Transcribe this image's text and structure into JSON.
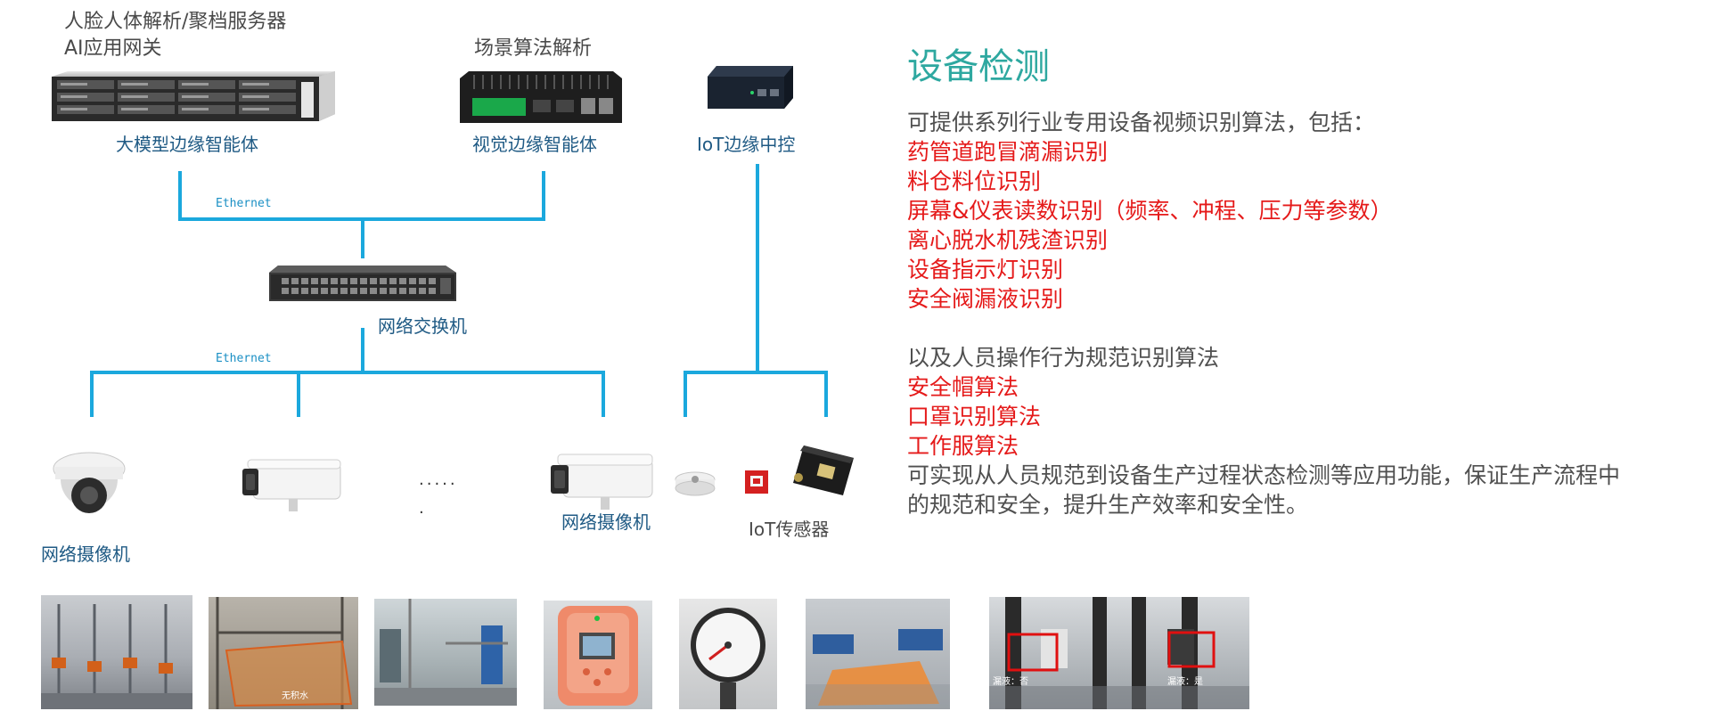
{
  "diagram": {
    "top_left_label_line1": "人脸人体解析/聚档服务器",
    "top_left_label_line2": "AI应用网关",
    "scene_label": "场景算法解析",
    "server_label": "大模型边缘智能体",
    "vision_box_label": "视觉边缘智能体",
    "iot_controller_label": "IoT边缘中控",
    "ethernet_top": "Ethernet",
    "switch_label": "网络交换机",
    "ethernet_bottom": "Ethernet",
    "camera_label_left": "网络摄像机",
    "camera_label_right": "网络摄像机",
    "dots_line1": ".....",
    "dots_line2": ".",
    "iot_sensor_label": "IoT传感器"
  },
  "panel": {
    "title": "设备检测",
    "intro": "可提供系列行业专用设备视频识别算法，包括：",
    "device_items": [
      "药管道跑冒滴漏识别",
      "料仓料位识别",
      "屏幕&仪表读数识别（频率、冲程、压力等参数）",
      "离心脱水机残渣识别",
      "设备指示灯识别",
      "安全阀漏液识别"
    ],
    "behavior_intro": "以及人员操作行为规范识别算法",
    "behavior_items": [
      "安全帽算法",
      "口罩识别算法",
      "工作服算法"
    ],
    "conclusion_line1": "可实现从人员规范到设备生产过程状态检测等应用功能，保证生产流程中",
    "conclusion_line2": "的规范和安全，提升生产效率和安全性。"
  },
  "photos": {
    "photo2_overlay": "无积水",
    "photo7_overlay_left": "漏液：否",
    "photo7_overlay_right": "漏液：是"
  },
  "colors": {
    "line": "#1ba8dd",
    "title": "#2ea8a0",
    "highlight": "#e51a1a",
    "label_blue": "#1f5a84",
    "detection_box": "#e01010"
  }
}
